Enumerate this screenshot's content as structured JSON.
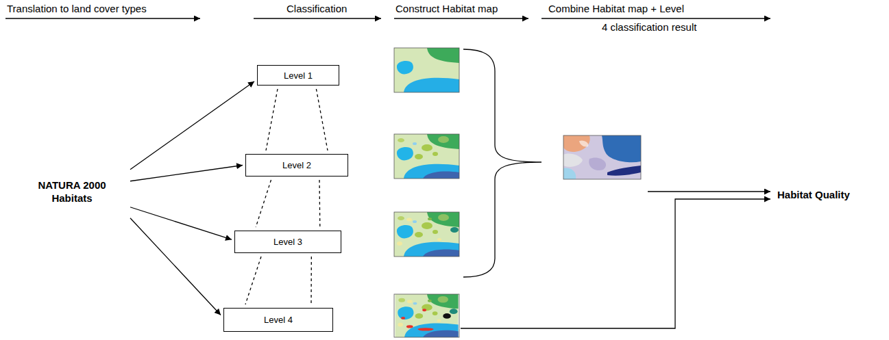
{
  "diagram": {
    "nodes": [
      {
        "text": [
          "NATURA 2000 Habitats"
        ]
      },
      {
        "text": [
          "Level 1"
        ]
      },
      {
        "text": [
          "Level 2"
        ]
      },
      {
        "text": [
          "Level 3"
        ]
      },
      {
        "text": [
          "Level 4"
        ]
      },
      {
        "text": [
          "Habitat Quality"
        ]
      }
    ],
    "edges": [
      {
        "from": 0,
        "to": 1,
        "arrow": "to"
      },
      {
        "from": 0,
        "to": 2,
        "arrow": "to"
      },
      {
        "from": 0,
        "to": 3,
        "arrow": "to"
      },
      {
        "from": 0,
        "to": 4,
        "arrow": "to"
      },
      {
        "from": 1,
        "to": 2,
        "arrow": "none"
      },
      {
        "from": 1,
        "to": 2,
        "arrow": "none"
      },
      {
        "from": 2,
        "to": 3,
        "arrow": "none"
      },
      {
        "from": 2,
        "to": 3,
        "arrow": "none"
      },
      {
        "from": 3,
        "to": 4,
        "arrow": "none"
      },
      {
        "from": 3,
        "to": 4,
        "arrow": "none"
      }
    ],
    "labels": [
      "Translation to land cover types",
      "Classification",
      "Construct Habitat map",
      "Combine Habitat map + Level",
      "4 classification result"
    ]
  }
}
